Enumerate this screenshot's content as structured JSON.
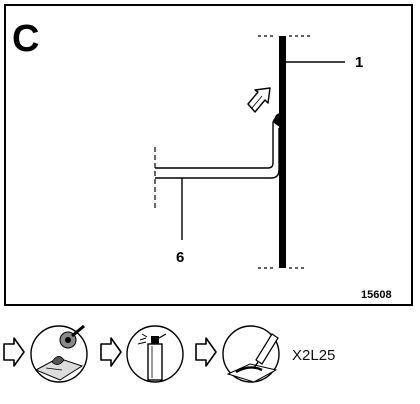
{
  "panel": {
    "letter": "C",
    "callouts": [
      {
        "id": "1",
        "label": "1"
      },
      {
        "id": "6",
        "label": "6"
      }
    ],
    "figure_number": "15608"
  },
  "footer": {
    "steps": [
      {
        "icon": "rotary-brush-cleaning-icon"
      },
      {
        "icon": "spray-can-icon"
      },
      {
        "icon": "bead-applicator-icon"
      }
    ],
    "product_code": "X2L25"
  }
}
